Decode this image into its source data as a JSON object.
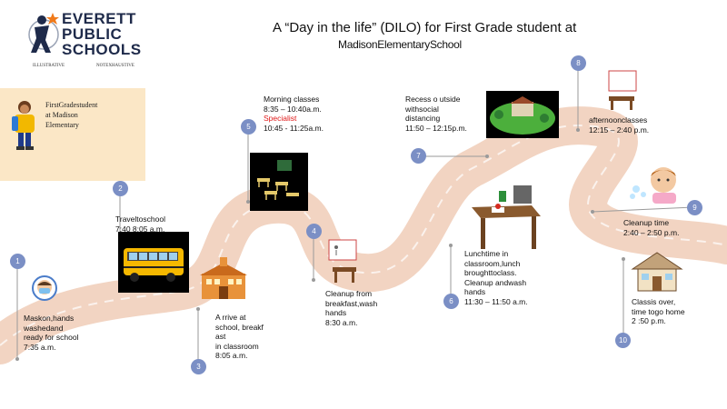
{
  "header": {
    "title": "A “Day in the life” (DILO) for First Grade student at",
    "subtitle": "MadisonElementarySchool"
  },
  "logo": {
    "line1": "EVERETT",
    "line2": "PUBLIC",
    "line3": "SCHOOLS"
  },
  "labels": {
    "illustrative": "ILLUSTRATIVE",
    "not_exhaustive": "NOTEXHAUSTIVE"
  },
  "student": {
    "line1": "FirstGradestudent",
    "line2": "at   Madison",
    "line3": "Elementary"
  },
  "steps": [
    {
      "num": "1",
      "lines": [
        "Maskon,hands",
        "washedand",
        "ready   for   school",
        "7:35     a.m."
      ]
    },
    {
      "num": "2",
      "lines": [
        "Traveltoschool",
        "7:40          8:05      a.m."
      ]
    },
    {
      "num": "3",
      "lines": [
        "A   rrive       at",
        "school,       breakf",
        "ast",
        "in    classroom",
        "8:05      a.m."
      ]
    },
    {
      "num": "4",
      "lines": [
        "Cleanup          from",
        "breakfast,wash",
        "hands",
        "8:30       a.m."
      ]
    },
    {
      "num": "5",
      "lines": [
        "Morning           classes",
        "8:35     –  10:40a.m."
      ],
      "special": "Specialist",
      "special_time": "10:45    - 11:25a.m."
    },
    {
      "num": "6",
      "lines": [
        "Lunchtime             in",
        "classroom,lunch",
        "broughttoclass.",
        "Cleanup        andwash",
        "hands",
        "11:30     –  11:50        a.m."
      ]
    },
    {
      "num": "7",
      "lines": [
        "Recess        o utside",
        "withsocial",
        "distancing",
        "11:50     –  12:15p.m."
      ]
    },
    {
      "num": "8",
      "lines": [
        "afternoonclasses",
        "12:15      –  2:40       p.m."
      ]
    },
    {
      "num": "9",
      "lines": [
        "Cleanup        time",
        "2:40     –  2:50       p.m."
      ]
    },
    {
      "num": "10",
      "lines": [
        "Classis        over,",
        "time   togo       home",
        "2 :50    p.m."
      ]
    }
  ],
  "colors": {
    "road": "#f2d4c2",
    "road_stripe": "#ffffff",
    "marker": "#7b8fc5",
    "logo_navy": "#1e2a4a",
    "logo_orange": "#f07a1a",
    "info_box": "#fbe7c6",
    "special": "#e01818"
  }
}
